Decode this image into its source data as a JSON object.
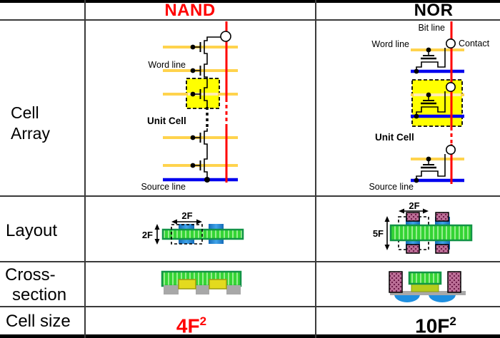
{
  "table": {
    "headers": {
      "nand": "NAND",
      "nor": "NOR"
    },
    "row_labels": {
      "cell_array_line1": "Cell",
      "cell_array_line2": "Array",
      "layout": "Layout",
      "cross_section_line1": "Cross-",
      "cross_section_line2": "section",
      "cell_size": "Cell size"
    },
    "cell_size_values": {
      "nand_base": "4F",
      "nand_sup": "2",
      "nor_base": "10F",
      "nor_sup": "2"
    }
  },
  "nand_cell_array": {
    "word_line": "Word line",
    "unit_cell": "Unit Cell",
    "source_line": "Source line"
  },
  "nor_cell_array": {
    "bit_line": "Bit line",
    "word_line": "Word line",
    "contact": "Contact",
    "unit_cell": "Unit Cell",
    "source_line": "Source line"
  },
  "nand_layout": {
    "width_label": "2F",
    "height_label": "2F"
  },
  "nor_layout": {
    "width_label": "2F",
    "height_label": "5F"
  },
  "colors": {
    "nand_accent": "#FF0000",
    "nor_text": "#000000",
    "bit_line": "#FF0000",
    "word_line": "#FFD34D",
    "source_line": "#0000EE",
    "unit_cell_highlight": "#FFFF00",
    "active_area_green": "#35D435",
    "gate_blue": "#2E8FD8",
    "contact_purple": "#9E4A78",
    "floating_gate_yellow": "#E3DA1E",
    "substrate_gray": "#A8A8A8"
  }
}
